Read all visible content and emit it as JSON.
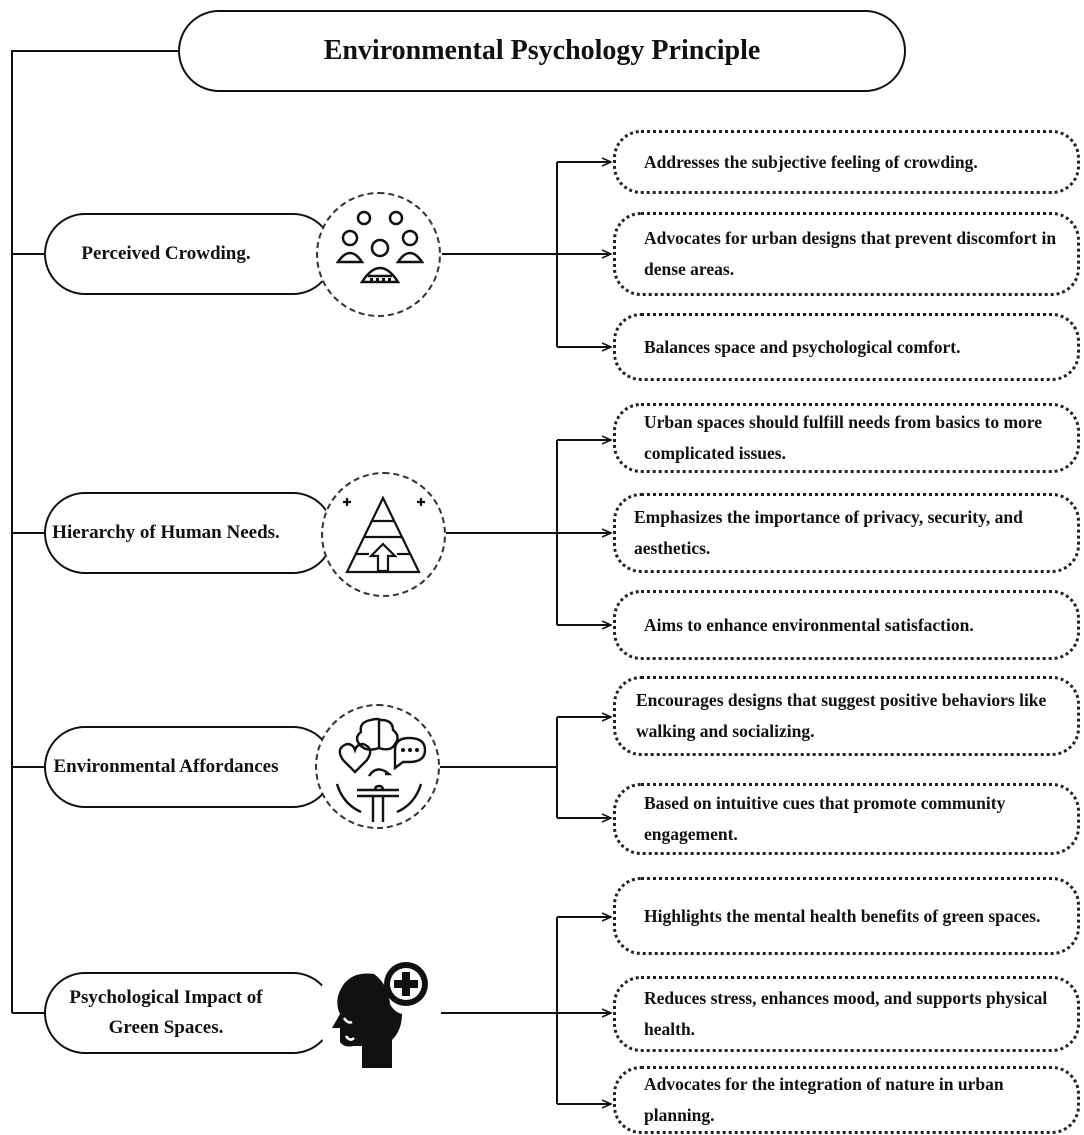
{
  "title": "Environmental Psychology Principle",
  "categories": [
    {
      "label": "Perceived Crowding.",
      "icon": "crowd-icon",
      "items": [
        "Addresses the subjective feeling of crowding.",
        "Advocates for urban designs that prevent discomfort in dense areas.",
        "Balances space and psychological comfort."
      ]
    },
    {
      "label": "Hierarchy of Human Needs.",
      "icon": "pyramid-icon",
      "items": [
        "Urban spaces should fulfill needs from basics to more complicated issues.",
        "Emphasizes the importance of privacy, security, and aesthetics.",
        "Aims to enhance environmental satisfaction."
      ]
    },
    {
      "label": "Environmental Affordances",
      "icon": "affordances-icon",
      "items": [
        "Encourages designs that suggest positive behaviors like walking and socializing.",
        "Based on intuitive cues that promote community engagement."
      ]
    },
    {
      "label": "Psychological Impact of Green Spaces.",
      "icon": "mental-health-icon",
      "items": [
        "Highlights the mental health benefits of green spaces.",
        "Reduces stress, enhances mood, and supports physical health.",
        "Advocates for the integration of nature in urban planning."
      ]
    }
  ]
}
